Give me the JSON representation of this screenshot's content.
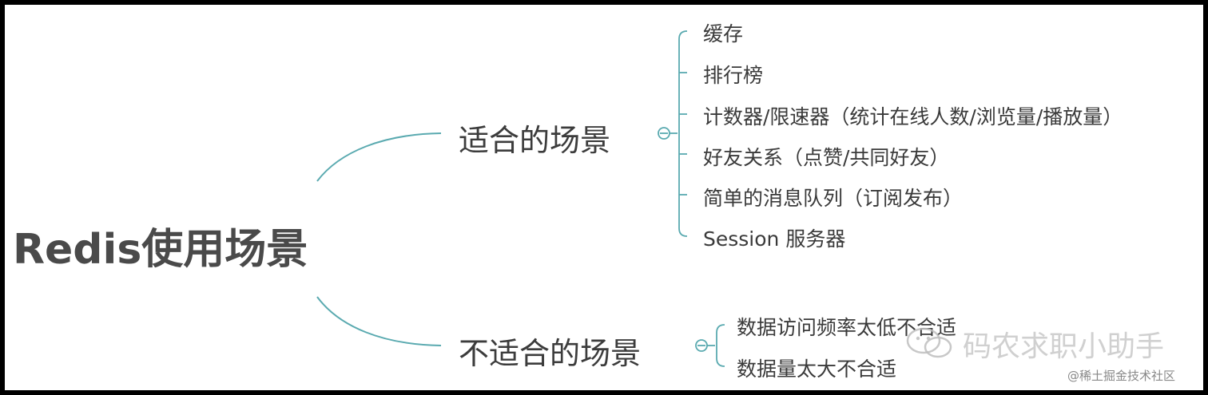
{
  "root": {
    "label": "Redis使用场景"
  },
  "branches": [
    {
      "label": "适合的场景",
      "items": [
        "缓存",
        "排行榜",
        "计数器/限速器（统计在线人数/浏览量/播放量）",
        "好友关系（点赞/共同好友）",
        "简单的消息队列（订阅发布）",
        "Session 服务器"
      ]
    },
    {
      "label": "不适合的场景",
      "items": [
        "数据访问频率太低不合适",
        "数据量太大不合适"
      ]
    }
  ],
  "watermark": {
    "text": "码农求职小助手",
    "icon": "wechat-icon"
  },
  "credit": "@稀土掘金技术社区",
  "colors": {
    "line": "#5aaab0",
    "text": "#3a3a3a",
    "background": "#ffffff",
    "frame": "#000000"
  }
}
